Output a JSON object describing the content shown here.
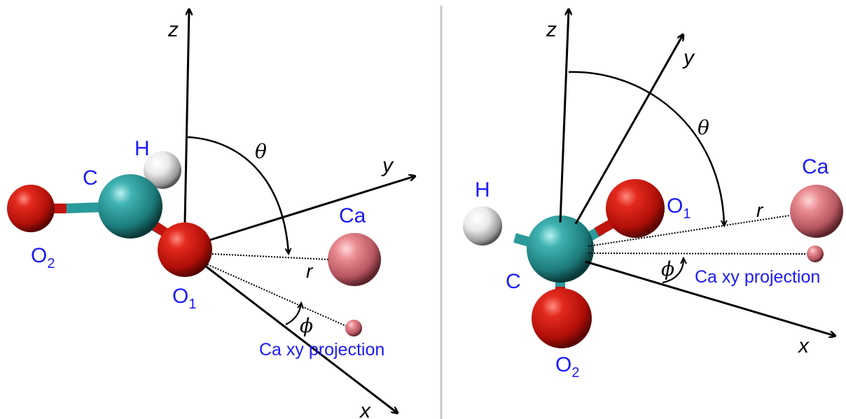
{
  "colors": {
    "atom_O": "#d11a12",
    "atom_C": "#2a9a9a",
    "atom_H": "#ffffff",
    "atom_Ca": "#e0707a",
    "label": "#1a1aff",
    "axis": "#000000",
    "divider": "#c8c8c8"
  },
  "left_panel": {
    "axis_z": "z",
    "axis_y": "y",
    "axis_x": "x",
    "theta": "θ",
    "phi": "ϕ",
    "r": "r",
    "atom_H": "H",
    "atom_C": "C",
    "atom_O2": "O",
    "atom_O2_sub": "2",
    "atom_O1": "O",
    "atom_O1_sub": "1",
    "atom_Ca": "Ca",
    "projection_label": "Ca xy projection"
  },
  "right_panel": {
    "axis_z": "z",
    "axis_y": "y",
    "axis_x": "x",
    "theta": "θ",
    "phi": "ϕ",
    "r": "r",
    "atom_H": "H",
    "atom_C": "C",
    "atom_O1": "O",
    "atom_O1_sub": "1",
    "atom_O2": "O",
    "atom_O2_sub": "2",
    "atom_Ca": "Ca",
    "projection_label": "Ca xy projection"
  }
}
